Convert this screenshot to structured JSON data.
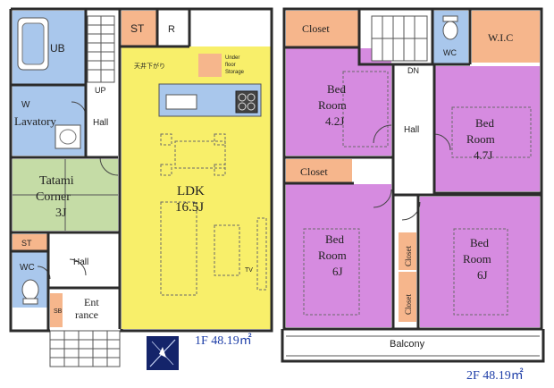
{
  "colors": {
    "ldk": "#f8ef6a",
    "bedroom": "#d68be0",
    "closet": "#f6b68c",
    "wet": "#a9c7ec",
    "tatami": "#c5dca6",
    "hall": "#ffffff",
    "wall": "#2b2b2b",
    "floor_label": "#1f3fa8",
    "compass_bg": "#14246a"
  },
  "floor1": {
    "area": "1F 48.19㎡",
    "rooms": {
      "ub": "UB",
      "lavatory": "Lavatory",
      "w": "W",
      "hall": "Hall",
      "up": "UP",
      "st_top": "ST",
      "r": "R",
      "ceiling_note": "天井下がり",
      "under_floor_line1": "Under",
      "under_floor_line2": "floor",
      "under_floor_line3": "Storage",
      "tatami_line1": "Tatami",
      "tatami_line2": "Corner",
      "tatami_line3": "3J",
      "ldk_line1": "LDK",
      "ldk_line2": "16.5J",
      "st_left": "ST",
      "wc": "WC",
      "hall2": "Hall",
      "entrance_line1": "Ent",
      "entrance_line2": "rance",
      "sb": "SB",
      "tv": "TV"
    }
  },
  "floor2": {
    "area": "2F 48.19㎡",
    "rooms": {
      "closet1": "Closet",
      "wc": "WC",
      "wic": "W.I.C",
      "dn": "DN",
      "bed1_line1": "Bed",
      "bed1_line2": "Room",
      "bed1_line3": "4.2J",
      "bed2_line1": "Bed",
      "bed2_line2": "Room",
      "bed2_line3": "4.7J",
      "hall": "Hall",
      "closet2": "Closet",
      "bed3_line1": "Bed",
      "bed3_line2": "Room",
      "bed3_line3": "6J",
      "bed4_line1": "Bed",
      "bed4_line2": "Room",
      "bed4_line3": "6J",
      "closet_v1": "Closet",
      "closet_v2": "Closet",
      "balcony": "Balcony"
    }
  }
}
